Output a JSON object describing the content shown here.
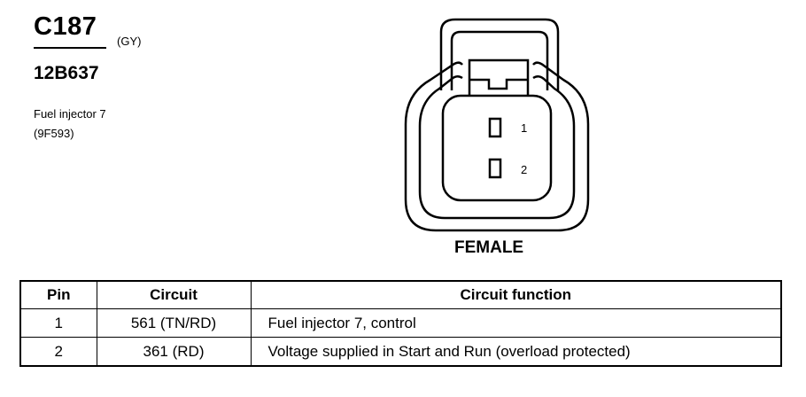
{
  "header": {
    "connector_id": "C187",
    "color_code": "(GY)",
    "part_number": "12B637",
    "description_line1": "Fuel injector 7",
    "description_line2": "(9F593)"
  },
  "connector": {
    "pin_labels": [
      "1",
      "2"
    ],
    "gender": "FEMALE"
  },
  "table": {
    "headers": {
      "pin": "Pin",
      "circuit": "Circuit",
      "function": "Circuit function"
    },
    "rows": [
      {
        "pin": "1",
        "circuit": "561 (TN/RD)",
        "function": "Fuel injector 7, control"
      },
      {
        "pin": "2",
        "circuit": "361 (RD)",
        "function": "Voltage supplied in Start and Run (overload protected)"
      }
    ]
  }
}
